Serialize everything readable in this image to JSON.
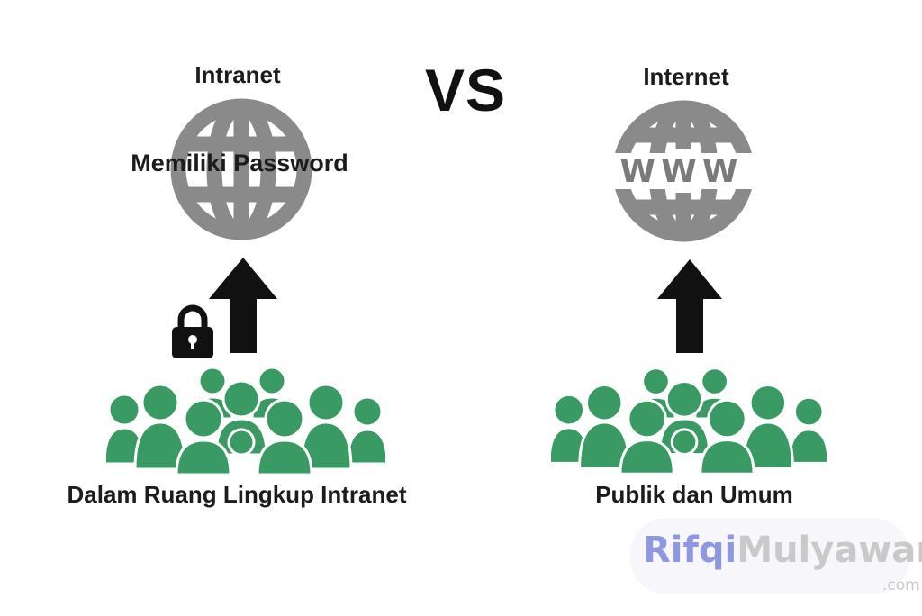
{
  "left": {
    "title": "Intranet",
    "overlay": "Memiliki Password",
    "caption": "Dalam Ruang Lingkup Intranet",
    "icons": [
      "globe-icon",
      "lock-icon",
      "arrow-up-icon",
      "people-crowd-icon"
    ]
  },
  "center": {
    "vs": "VS"
  },
  "right": {
    "title": "Internet",
    "globe_text": "WWW",
    "caption": "Publik dan Umum",
    "icons": [
      "globe-www-icon",
      "arrow-up-icon",
      "people-crowd-icon"
    ]
  },
  "watermark": {
    "part1": "Rifqi",
    "part2": "Mulyawan",
    "suffix": ".com"
  },
  "colors": {
    "globe": "#8a8a8a",
    "people": "#3a9a63",
    "arrow": "#111111",
    "text": "#1c1c1c"
  }
}
